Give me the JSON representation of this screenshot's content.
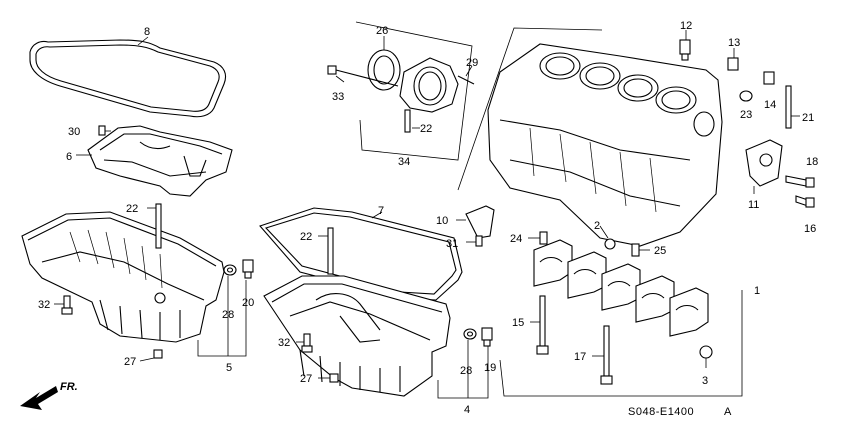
{
  "figure": {
    "code": "S048-E1400",
    "code_suffix": "A",
    "direction_label": "FR."
  },
  "callouts": [
    {
      "id": "c1",
      "text": "1"
    },
    {
      "id": "c2",
      "text": "2"
    },
    {
      "id": "c3",
      "text": "3"
    },
    {
      "id": "c4",
      "text": "4"
    },
    {
      "id": "c5",
      "text": "5"
    },
    {
      "id": "c6",
      "text": "6"
    },
    {
      "id": "c7",
      "text": "7"
    },
    {
      "id": "c8",
      "text": "8"
    },
    {
      "id": "c10",
      "text": "10"
    },
    {
      "id": "c11",
      "text": "11"
    },
    {
      "id": "c12",
      "text": "12"
    },
    {
      "id": "c13",
      "text": "13"
    },
    {
      "id": "c14",
      "text": "14"
    },
    {
      "id": "c15",
      "text": "15"
    },
    {
      "id": "c16",
      "text": "16"
    },
    {
      "id": "c17",
      "text": "17"
    },
    {
      "id": "c18",
      "text": "18"
    },
    {
      "id": "c19",
      "text": "19"
    },
    {
      "id": "c20",
      "text": "20"
    },
    {
      "id": "c21",
      "text": "21"
    },
    {
      "id": "c22a",
      "text": "22"
    },
    {
      "id": "c22b",
      "text": "22"
    },
    {
      "id": "c22c",
      "text": "22"
    },
    {
      "id": "c23",
      "text": "23"
    },
    {
      "id": "c24",
      "text": "24"
    },
    {
      "id": "c25",
      "text": "25"
    },
    {
      "id": "c26",
      "text": "26"
    },
    {
      "id": "c27a",
      "text": "27"
    },
    {
      "id": "c27b",
      "text": "27"
    },
    {
      "id": "c28a",
      "text": "28"
    },
    {
      "id": "c28b",
      "text": "28"
    },
    {
      "id": "c29",
      "text": "29"
    },
    {
      "id": "c30",
      "text": "30"
    },
    {
      "id": "c31",
      "text": "31"
    },
    {
      "id": "c32a",
      "text": "32"
    },
    {
      "id": "c32b",
      "text": "32"
    },
    {
      "id": "c33",
      "text": "33"
    },
    {
      "id": "c34",
      "text": "34"
    }
  ]
}
